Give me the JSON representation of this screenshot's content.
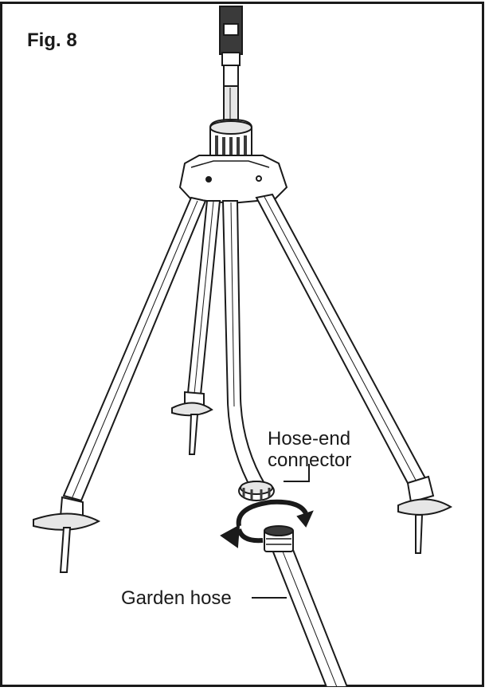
{
  "figure": {
    "label": "Fig. 8"
  },
  "callouts": {
    "hose_end_line1": "Hose-end",
    "hose_end_line2": "connector",
    "garden_hose": "Garden hose"
  },
  "colors": {
    "line": "#1a1a1a",
    "fill": "#ffffff",
    "shade": "#e6e6e6",
    "dark": "#3a3a3a"
  }
}
